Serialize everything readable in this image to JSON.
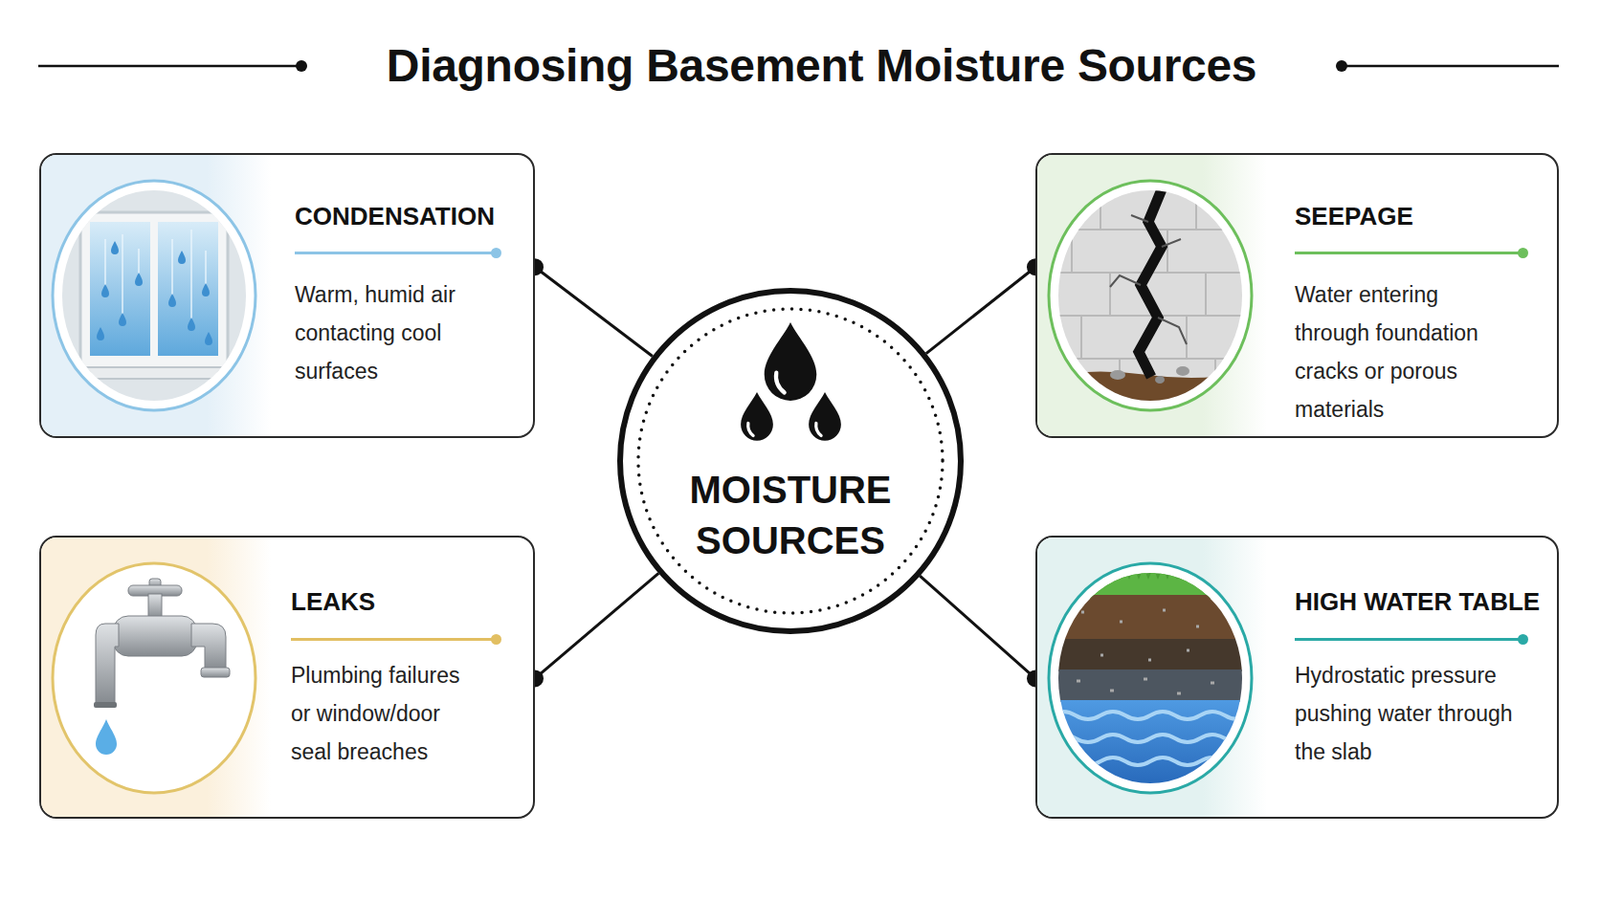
{
  "diagram": {
    "title": "Diagnosing Basement Moisture Sources",
    "nodes": [
      {
        "text": [
          "CONDENSATION",
          "Warm, humid air contacting cool surfaces"
        ]
      },
      {
        "text": [
          "SEEPAGE",
          "Water entering through foundation cracks or porous materials"
        ]
      },
      {
        "text": [
          "MOISTURE SOURCES"
        ]
      },
      {
        "text": [
          "LEAKS",
          "Plumbing failures or window/door seal breaches"
        ]
      },
      {
        "text": [
          "HIGH WATER TABLE",
          "Hydrostatic pressure pushing water through the slab"
        ]
      }
    ],
    "edges": [
      {
        "from": 2,
        "to": 0,
        "arrow": "none"
      },
      {
        "from": 2,
        "to": 1,
        "arrow": "none"
      },
      {
        "from": 2,
        "to": 3,
        "arrow": "none"
      },
      {
        "from": 2,
        "to": 4,
        "arrow": "none"
      }
    ]
  }
}
